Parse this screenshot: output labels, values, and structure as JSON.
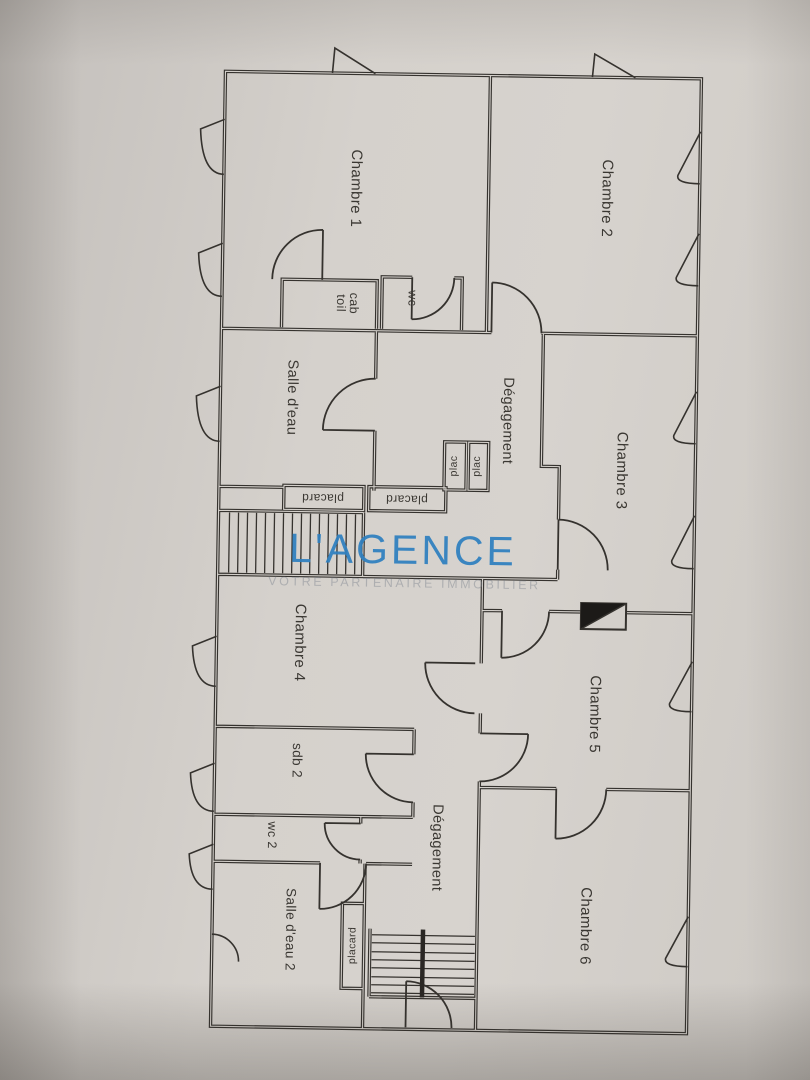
{
  "document": {
    "type": "photographed floor plan",
    "paper_color": "#d3cfca",
    "line_color": "#35322e"
  },
  "watermark": {
    "title": "L'AGENCE",
    "subtitle": "VOTRE PARTENAIRE IMMOBILIER",
    "color": "#2f80c0"
  },
  "labels": {
    "chambre1": "Chambre 1",
    "chambre2": "Chambre 2",
    "chambre3": "Chambre 3",
    "chambre4": "Chambre 4",
    "chambre5": "Chambre 5",
    "chambre6": "Chambre 6",
    "salle_deau": "Salle d'eau",
    "salle_deau_2": "Salle d'eau 2",
    "degagement": "Dégagement",
    "cab_toil": "cab\ntoil",
    "wc": "wc",
    "wc_2": "wc 2",
    "sdb_2": "sdb 2",
    "placard": "placard",
    "plac": "plac"
  }
}
